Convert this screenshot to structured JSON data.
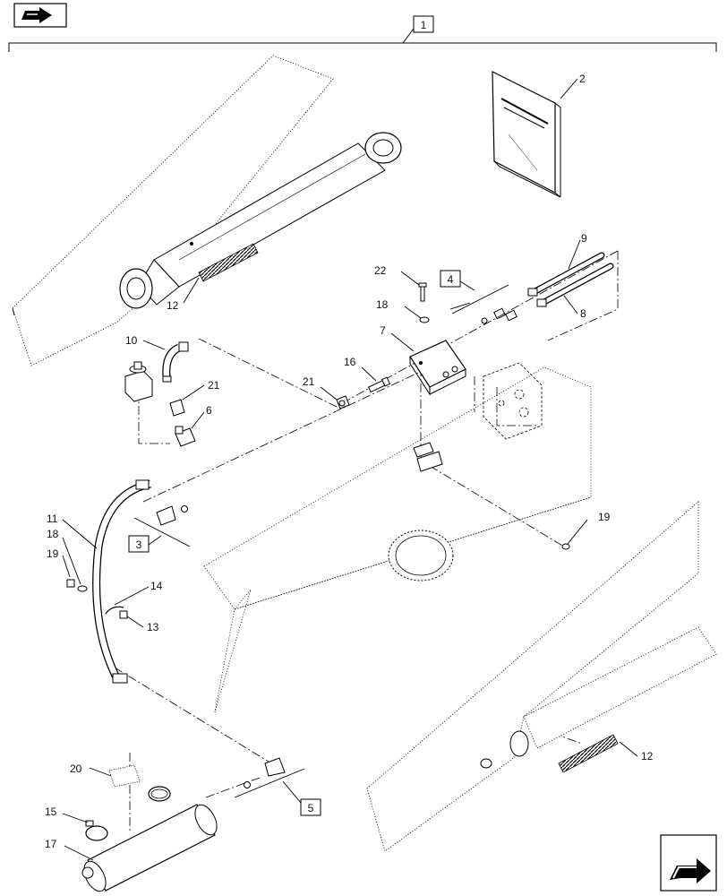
{
  "nav": {
    "prev_icon": "arrow-left-icon",
    "next_icon": "arrow-right-icon"
  },
  "groups": {
    "g1": "1",
    "g3": "3",
    "g4": "4",
    "g5": "5"
  },
  "callouts": {
    "c2": "2",
    "c6": "6",
    "c7": "7",
    "c8": "8",
    "c9": "9",
    "c10": "10",
    "c11": "11",
    "c12": "12",
    "c13": "13",
    "c14": "14",
    "c15": "15",
    "c16": "16",
    "c17": "17",
    "c18": "18",
    "c19": "19",
    "c20": "20",
    "c21": "21",
    "c22": "22"
  }
}
